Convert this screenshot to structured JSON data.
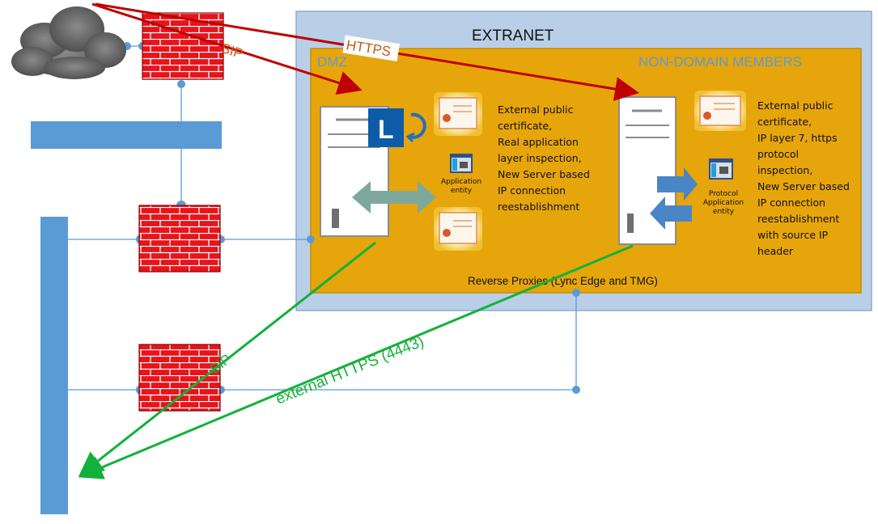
{
  "extranet_label": "EXTRANET",
  "dmz_label": "DMZ",
  "non_domain_label": "NON-DOMAIN MEMBERS",
  "reverse_proxies_label": "Reverse Proxies (Lync Edge and TMG)",
  "lync_description": "External public\ncertificate,\nReal application\nlayer inspection,\nNew Server based\nIP connection\nreestablishment",
  "tmg_description": "External public\ncertificate,\nIP layer 7, https\nprotocol\ninspection,\nNew Server based\nIP connection\nreestablishment\nwith source IP\nheader",
  "application_entity_label": "Application\nentity",
  "protocol_application_entity_label": "Protocol\nApplication\nentity",
  "lync_logo_letter": "L",
  "arrows": {
    "sip_top": "SIP",
    "https_top": "HTTPS",
    "sip_bottom": "SIP",
    "external_https": "external HTTPS (4443)"
  },
  "colors": {
    "extranet_bg": "#b9cfe8",
    "dmz_bg": "#e6a50a",
    "dmz_border": "#c88b00",
    "firewall": "#e8141b",
    "connector": "#5b9bd5",
    "red_arrow": "#c00000",
    "green_arrow": "#13b13b",
    "label_blue": "#5b9bd5"
  }
}
